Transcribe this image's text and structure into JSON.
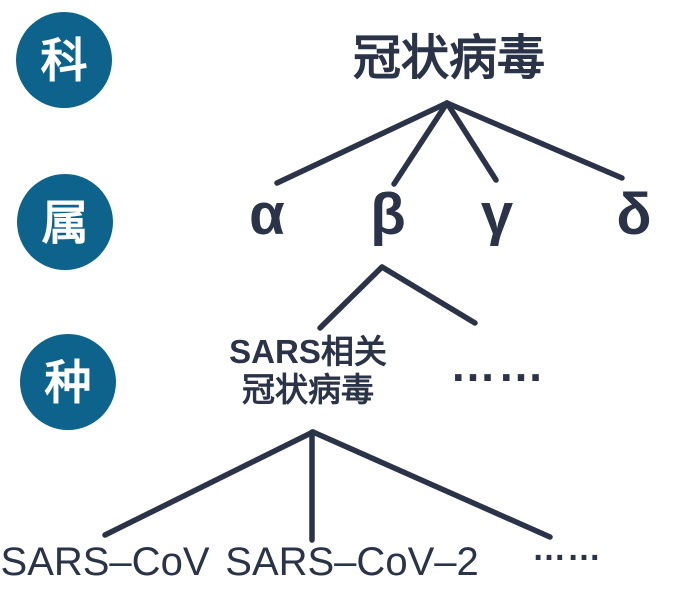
{
  "colors": {
    "accent_teal": "#0d638b",
    "ink_navy": "#2a3347",
    "background": "#ffffff"
  },
  "rank_badges": [
    {
      "label": "科"
    },
    {
      "label": "属"
    },
    {
      "label": "种"
    }
  ],
  "tree": {
    "root": "冠状病毒",
    "genera": [
      "α",
      "β",
      "γ",
      "δ"
    ],
    "species": {
      "label_line1": "SARS相关",
      "label_line2": "冠状病毒",
      "ellipsis": "……"
    },
    "strains": {
      "items": [
        "SARS–CoV",
        "SARS–CoV–2"
      ],
      "ellipsis": "……"
    }
  }
}
